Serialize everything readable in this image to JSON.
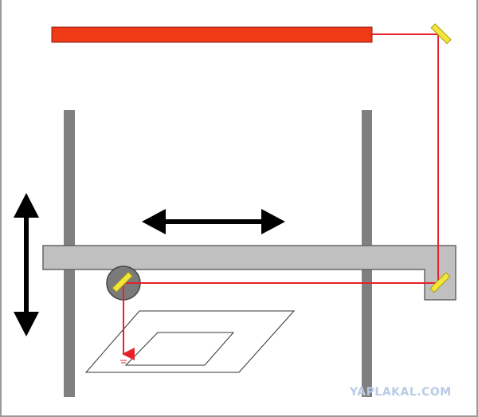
{
  "watermark": {
    "text": "YAPLAKAL.COM"
  },
  "colors": {
    "laser": "#f03a17",
    "beam": "#e8202a",
    "frame": "#808080",
    "rail": "#c0c0c0",
    "rail_stroke": "#666666",
    "mirror": "#f2e63a",
    "head": "#7a7a7a",
    "arrow": "#000000",
    "workpiece": "#333333"
  },
  "icons": {
    "horizontal_motion": "double-arrow-horizontal",
    "vertical_motion": "double-arrow-vertical",
    "mirror": "mirror-icon"
  }
}
